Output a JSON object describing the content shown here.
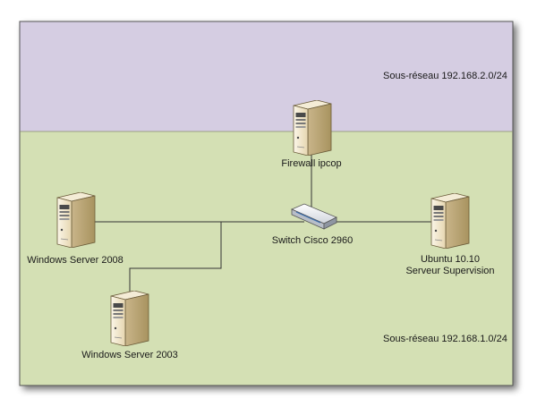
{
  "zones": [
    {
      "label": "Sous-réseau 192.168.2.0/24",
      "color": "#d5cde2"
    },
    {
      "label": "Sous-réseau 192.168.1.0/24",
      "color": "#d4e0b4"
    }
  ],
  "nodes": {
    "firewall": {
      "label": "Firewall ipcop",
      "icon": "server-icon"
    },
    "switch": {
      "label": "Switch Cisco 2960",
      "icon": "switch-icon"
    },
    "win2008": {
      "label": "Windows Server 2008",
      "icon": "server-icon"
    },
    "win2003": {
      "label": "Windows Server 2003",
      "icon": "server-icon"
    },
    "ubuntu": {
      "label_line1": "Ubuntu 10.10",
      "label_line2": "Serveur Supervision",
      "icon": "server-icon"
    }
  },
  "colors": {
    "border": "#555555",
    "link": "#333333",
    "server_body": "#eee3c8"
  }
}
